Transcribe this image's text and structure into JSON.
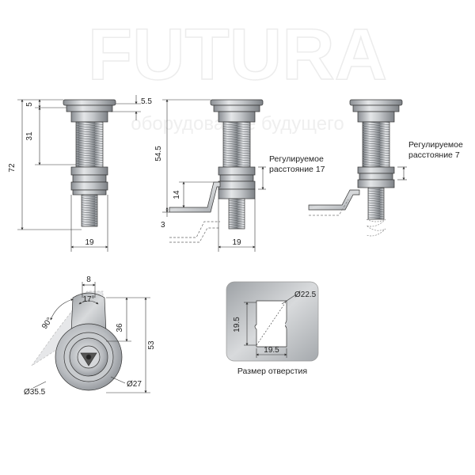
{
  "watermark": {
    "brand": "FUTURA",
    "tagline": "оборудование будущего"
  },
  "view_side": {
    "dims": {
      "cap_height": "5",
      "offset": "5.5",
      "thread_top": "31",
      "total": "72",
      "width": "19"
    }
  },
  "view_mid": {
    "dims": {
      "length": "54.5",
      "tongue_offset": "14",
      "tongue_thickness": "3",
      "width": "19"
    },
    "note_line1": "Регулируемое",
    "note_line2": "расстояние 17"
  },
  "view_right": {
    "note_line1": "Регулируемое",
    "note_line2": "расстояние 7"
  },
  "view_top": {
    "dims": {
      "width": "8",
      "angle_small": "17°",
      "angle": "90°",
      "d1": "36",
      "d2": "53",
      "dia_big": "Ø35.5",
      "dia_small": "Ø27"
    }
  },
  "cutout": {
    "dims": {
      "diameter": "Ø22.5",
      "height": "19.5",
      "width": "19.5"
    },
    "caption": "Размер отверстия"
  },
  "colors": {
    "metal": "#b8bcc0",
    "metal_dark": "#7c8186",
    "line": "#333333",
    "plate": "#b3b6ba"
  }
}
